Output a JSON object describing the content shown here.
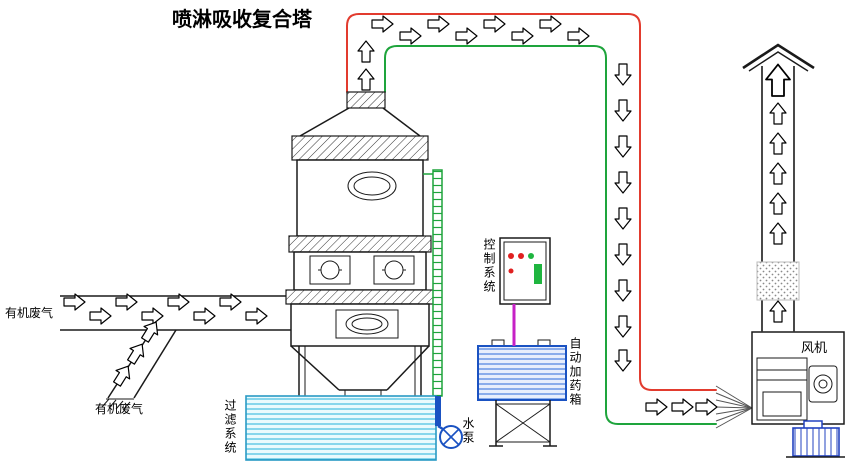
{
  "title": "喷淋吸收复合塔",
  "labels": {
    "inlet_gas_top": "有机废气",
    "inlet_gas_bottom": "有机废气",
    "control_system": "控制系统",
    "auto_dosing_tank": "自动加药箱",
    "filter_system": "过滤系统",
    "water_pump": "水泵",
    "fan": "风机"
  },
  "colors": {
    "duct_red": "#e23b2e",
    "duct_green": "#1ea43c",
    "ladder_green": "#1ea43c",
    "pipe_blue": "#1a52c2",
    "signal_magenta": "#c621c6",
    "water_cyan": "#45bfe0",
    "water_cyan_bg": "#eafafd",
    "tank_blue_line": "#4b7fe0",
    "tank_blue_bg": "#e8eefc",
    "tank_stroke": "#2a9ac4",
    "indicator_red": "#e02020",
    "indicator_green": "#1fb53f",
    "motor_blue": "#2343c0"
  }
}
